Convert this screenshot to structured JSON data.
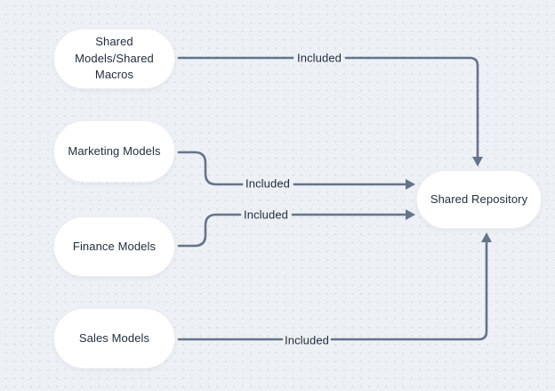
{
  "colors": {
    "background": "#edf0f4",
    "grid_dot": "#d2d8e0",
    "node_fill": "#ffffff",
    "node_border": "#eceef2",
    "connector": "#64748b",
    "text": "#1f2b3e"
  },
  "diagram": {
    "nodes": [
      {
        "id": "shared-models-shared-macros",
        "label": "Shared\nModels/Shared\nMacros"
      },
      {
        "id": "marketing-models",
        "label": "Marketing Models"
      },
      {
        "id": "finance-models",
        "label": "Finance Models"
      },
      {
        "id": "sales-models",
        "label": "Sales Models"
      },
      {
        "id": "shared-repository",
        "label": "Shared Repository"
      }
    ],
    "edges": [
      {
        "from": "shared-models-shared-macros",
        "to": "shared-repository",
        "label": "Included"
      },
      {
        "from": "marketing-models",
        "to": "shared-repository",
        "label": "Included"
      },
      {
        "from": "finance-models",
        "to": "shared-repository",
        "label": "Included"
      },
      {
        "from": "sales-models",
        "to": "shared-repository",
        "label": "Included"
      }
    ]
  }
}
